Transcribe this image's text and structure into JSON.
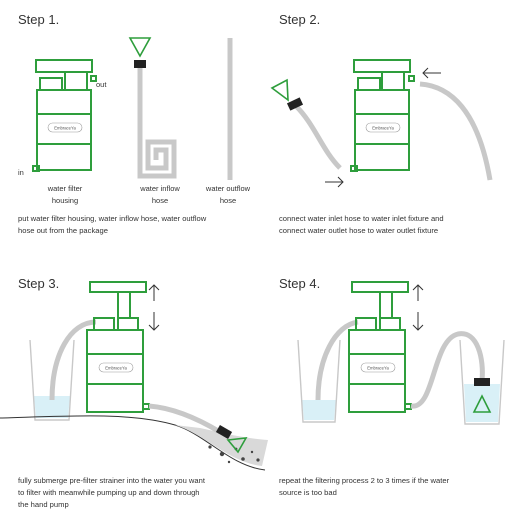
{
  "steps": [
    {
      "title": "Step 1.",
      "labels": {
        "out": "out",
        "in": "in",
        "housing_line1": "water filter",
        "housing_line2": "housing",
        "inflow_line1": "water inflow",
        "inflow_line2": "hose",
        "outflow_line1": "water outflow",
        "outflow_line2": "hose"
      },
      "caption": [
        "put water filter housing, water inflow hose, water outflow",
        "hose out from the package"
      ]
    },
    {
      "title": "Step 2.",
      "caption": [
        "connect water inlet hose to water inlet fixture and",
        "connect water outlet hose to water outlet fixture"
      ]
    },
    {
      "title": "Step 3.",
      "caption": [
        "fully submerge pre-filter strainer into the water you want",
        "to filter with meanwhile pumping up and down through",
        "the hand pump"
      ]
    },
    {
      "title": "Step 4.",
      "caption": [
        "repeat the filtering process 2 to 3 times if the water",
        "source is too bad"
      ]
    }
  ],
  "brand": "EmbraceYa",
  "colors": {
    "green": "#2e9e3c",
    "hose": "#c8c8c8",
    "water": "#d9f0f7",
    "dark": "#333333"
  }
}
